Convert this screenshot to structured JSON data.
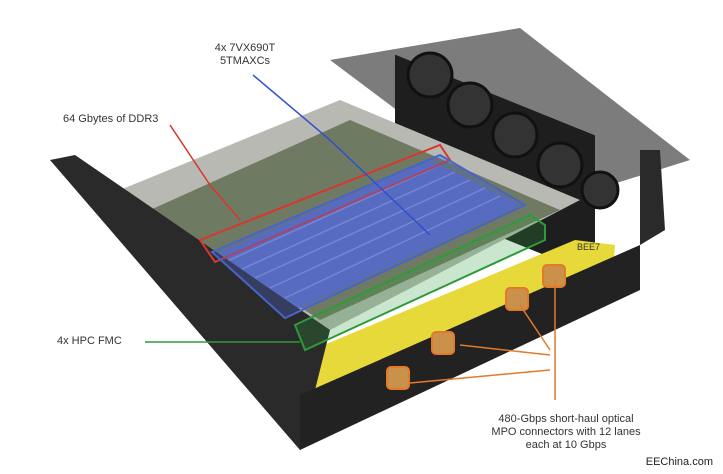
{
  "labels": {
    "fpga_line1": "4x 7VX690T",
    "fpga_line2": "5TMAXCs",
    "ddr": "64 Gbytes of DDR3",
    "fmc": "4x HPC FMC",
    "mpo_line1": "480-Gbps short-haul optical",
    "mpo_line2": "MPO connectors with 12 lanes",
    "mpo_line3": "each at 10 Gbps"
  },
  "board_brand": "BEE7",
  "watermark": "EEChina.com",
  "colors": {
    "fpga_highlight": "#4a63c8",
    "ddr_highlight": "#d9362e",
    "fmc_highlight": "#2e9a3a",
    "mpo_highlight": "#e27a2a",
    "front_panel": "#e8d83a",
    "chassis": "#2a2a2a"
  }
}
